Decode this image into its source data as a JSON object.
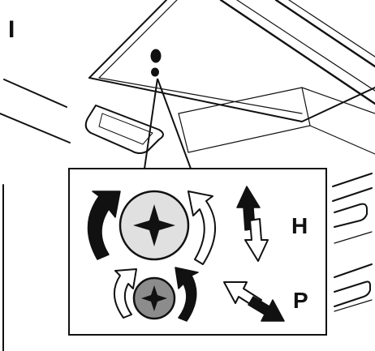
{
  "panel_label": "I",
  "callout": {
    "height_label": "H",
    "pitch_label": "P"
  },
  "colors": {
    "line": "#111111",
    "screw_head_light": "#e0e0e0",
    "screw_head_dark": "#8c8c8c",
    "background": "#ffffff"
  },
  "icons": {
    "large_screw": "cross-head-screw-icon",
    "small_screw": "cross-head-screw-icon",
    "height_arrow": "vertical-double-arrow-icon",
    "pitch_arrow": "diagonal-double-arrow-icon"
  }
}
